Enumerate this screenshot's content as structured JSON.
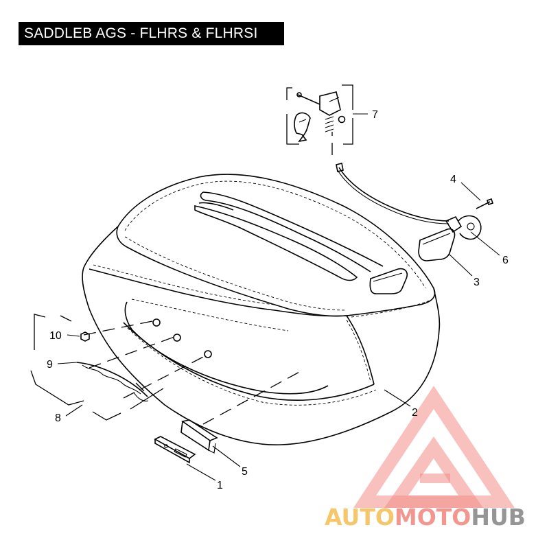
{
  "title": "SADDLEB AGS - FLHRS & FLHRSI",
  "callouts": [
    "1",
    "2",
    "3",
    "4",
    "5",
    "6",
    "7",
    "8",
    "9",
    "10"
  ],
  "watermark": {
    "segments": [
      "AUTO",
      "MOTO",
      "HUB"
    ],
    "colors": {
      "auto": "#f5c25a",
      "moto": "#f28b84",
      "hub": "#8a8a8a",
      "logo": "#f07a72"
    }
  },
  "colors": {
    "line": "#000000",
    "background": "#ffffff",
    "title_bg": "#000000",
    "title_text": "#ffffff"
  }
}
